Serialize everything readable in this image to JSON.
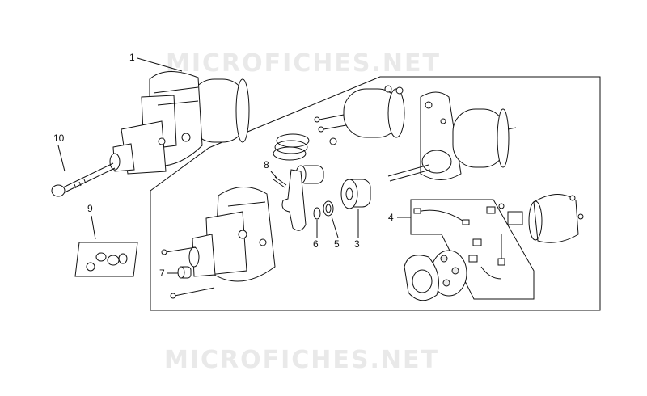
{
  "watermark": {
    "top": "MICROFICHES.NET",
    "bottom": "MICROFICHES.NET"
  },
  "callouts": {
    "c1": "1",
    "c3": "3",
    "c4": "4",
    "c5": "5",
    "c6": "6",
    "c7": "7",
    "c8": "8",
    "c9": "9",
    "c10": "10"
  },
  "colors": {
    "line": "#111111",
    "watermark": "#e9e9e9",
    "background": "#ffffff"
  }
}
